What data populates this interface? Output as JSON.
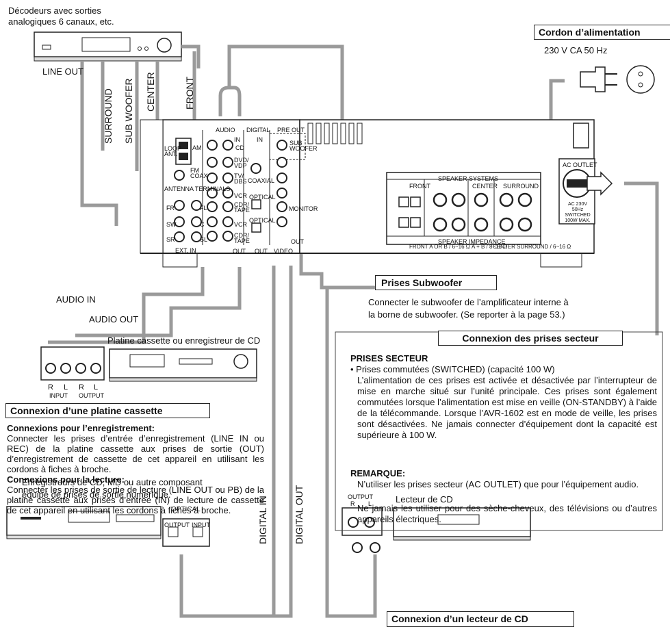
{
  "top_left": {
    "decoders_title_l1": "Décodeurs avec sorties",
    "decoders_title_l2": "analogiques 6 canaux, etc.",
    "line_out": "LINE OUT",
    "surround": "SURROUND",
    "sub_woofer": "SUB WOOFER",
    "center": "CENTER",
    "front": "FRONT"
  },
  "power": {
    "title": "Cordon d’alimentation",
    "spec": "230 V CA 50 Hz"
  },
  "panel": {
    "ext_in": "EXT. IN",
    "audio": "AUDIO",
    "digital": "DIGITAL",
    "pre_out": "PRE OUT",
    "video": "VIDEO",
    "in": "IN",
    "out": "OUT",
    "coaxial": "COAXIAL",
    "optical": "OPTICAL",
    "cd": "CD",
    "dvd_vdp": "DVD/ VDP",
    "tv_dbs": "TV/ DBS",
    "vcr": "VCR",
    "cdr_tape": "CDR/ TAPE",
    "monitor": "MONITOR",
    "sub_woofer": "SUB WOOFER",
    "loop_ant": "LOOP ANT.",
    "am": "AM",
    "fm_coax": "FM COAX",
    "antenna_terminals": "ANTENNA TERMINALS",
    "fr": "FR",
    "fl": "FL",
    "sw": "SW",
    "c": "C",
    "sr": "SR",
    "sl": "SL",
    "speaker_systems": "SPEAKER SYSTEMS",
    "front": "FRONT",
    "center": "CENTER",
    "surround": "SURROUND",
    "speaker_impedance": "SPEAKER IMPEDANCE",
    "imp_front": "FRONT  A OR B / 6~16 Ω   A + B / 8~16 Ω",
    "imp_center": "CENTER  SURROUND / 6~16 Ω",
    "ac_outlet": "AC OUTLET",
    "ac_spec": "AC 230V 50Hz SWITCHED 100W MAX."
  },
  "subwoofer": {
    "title": "Prises Subwoofer",
    "desc_l1": "Connecter le subwoofer de l’amplificateur interne à",
    "desc_l2": "la borne de subwoofer. (Se reporter à la page 53.)"
  },
  "cassette": {
    "audio_in": "AUDIO IN",
    "audio_out": "AUDIO OUT",
    "device": "Platine cassette ou enregistreur de CD",
    "r": "R",
    "l": "L",
    "input": "INPUT",
    "output": "OUTPUT",
    "title": "Connexion d’une platine cassette",
    "rec_head": "Connexions pour l’enregistrement:",
    "rec_text": "Connecter les prises d’entrée d’enregistrement (LINE IN ou REC) de la platine cassette aux prises de sortie (OUT) d’enregistrement de cassette de cet appareil en utilisant les cordons à fiches à broche.",
    "play_head": "Connexions pour la lecture:",
    "play_text": "Connecter les prises de sortie de lecture (LINE OUT ou PB) de la platine cassette aux prises d’entrée (IN) de lecture de cassette de cet appareil en utilisant les cordons à fiches à broche."
  },
  "ac_section": {
    "title": "Connexion des prises secteur",
    "prises_head": "PRISES SECTEUR",
    "bullet": "• Prises commutées (SWITCHED) (capacité 100 W)",
    "body": "L’alimentation de ces prises est activée et désactivée par l’interrupteur de mise en marche situé sur l’unité principale. Ces prises sont également commutées lorsque l’alimentation est mise en veille (ON-STANDBY) à l’aide de la télécommande. Lorsque l’AVR-1602 est en mode de veille, les prises sont désactivées. Ne jamais connecter d’équipement dont la capacité est supérieure à 100 W.",
    "remarque_head": "REMARQUE:",
    "remarque_1": "N’utiliser les prises secteur (AC OUTLET) que pour l’équipement audio.",
    "remarque_2": "Ne jamais les utiliser pour des sèche-cheveux, des télévisions ou d’autres appareils électriques."
  },
  "bottom": {
    "recorders_l1": "Enregistreurs de CD, MD ou autre composant",
    "recorders_l2": "équipé de prises de sortie numérique.",
    "optical": "OPTICAL",
    "output": "OUTPUT",
    "input": "INPUT",
    "digital_in": "DIGITAL IN",
    "digital_out": "DIGITAL OUT",
    "cd_output": "OUTPUT",
    "cd_r": "R",
    "cd_l": "L",
    "cd_player": "Lecteur de CD",
    "cd_title": "Connexion d’un lecteur de CD"
  },
  "colors": {
    "cable": "#9a9a9a",
    "panel_dark": "#1a1a1a",
    "line": "#222222"
  }
}
